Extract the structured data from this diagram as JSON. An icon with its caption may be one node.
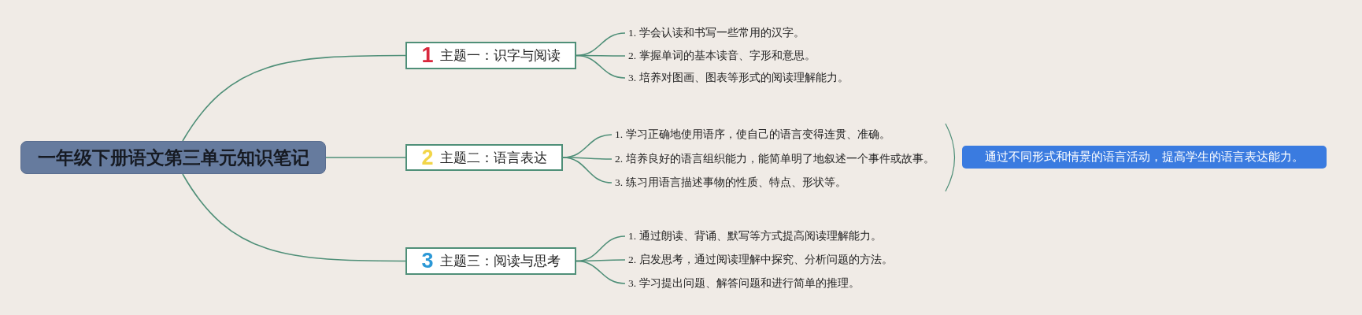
{
  "diagram": {
    "nodes": [
      {
        "text": [
          "一年级下册语文第三单元知识笔记"
        ]
      },
      {
        "text": [
          "1",
          "主题一：识字与阅读"
        ]
      },
      {
        "text": [
          "1. 学会认读和书写一些常用的汉字。"
        ]
      },
      {
        "text": [
          "2. 掌握单词的基本读音、字形和意思。"
        ]
      },
      {
        "text": [
          "3. 培养对图画、图表等形式的阅读理解能力。"
        ]
      },
      {
        "text": [
          "2",
          "主题二：语言表达"
        ]
      },
      {
        "text": [
          "1. 学习正确地使用语序，使自己的语言变得连贯、准确。"
        ]
      },
      {
        "text": [
          "2. 培养良好的语言组织能力，能简单明了地叙述一个事件或故事。"
        ]
      },
      {
        "text": [
          "3. 练习用语言描述事物的性质、特点、形状等。"
        ]
      },
      {
        "text": [
          "3",
          "主题三：阅读与思考"
        ]
      },
      {
        "text": [
          "1. 通过朗读、背诵、默写等方式提高阅读理解能力。"
        ]
      },
      {
        "text": [
          "2. 启发思考，通过阅读理解中探究、分析问题的方法。"
        ]
      },
      {
        "text": [
          "3. 学习提出问题、解答问题和进行简单的推理。"
        ]
      },
      {
        "text": [
          "通过不同形式和情景的语言活动，提高学生的语言表达能力。"
        ]
      }
    ],
    "edges": [
      {
        "from": 0,
        "to": 1,
        "arrow": "none"
      },
      {
        "from": 0,
        "to": 5,
        "arrow": "none"
      },
      {
        "from": 0,
        "to": 9,
        "arrow": "none"
      },
      {
        "from": 1,
        "to": 2,
        "arrow": "none"
      },
      {
        "from": 1,
        "to": 3,
        "arrow": "none"
      },
      {
        "from": 1,
        "to": 4,
        "arrow": "none"
      },
      {
        "from": 5,
        "to": 6,
        "arrow": "none"
      },
      {
        "from": 5,
        "to": 7,
        "arrow": "none"
      },
      {
        "from": 5,
        "to": 8,
        "arrow": "none"
      },
      {
        "from": 9,
        "to": 10,
        "arrow": "none"
      },
      {
        "from": 9,
        "to": 11,
        "arrow": "none"
      },
      {
        "from": 9,
        "to": 12,
        "arrow": "none"
      }
    ]
  }
}
